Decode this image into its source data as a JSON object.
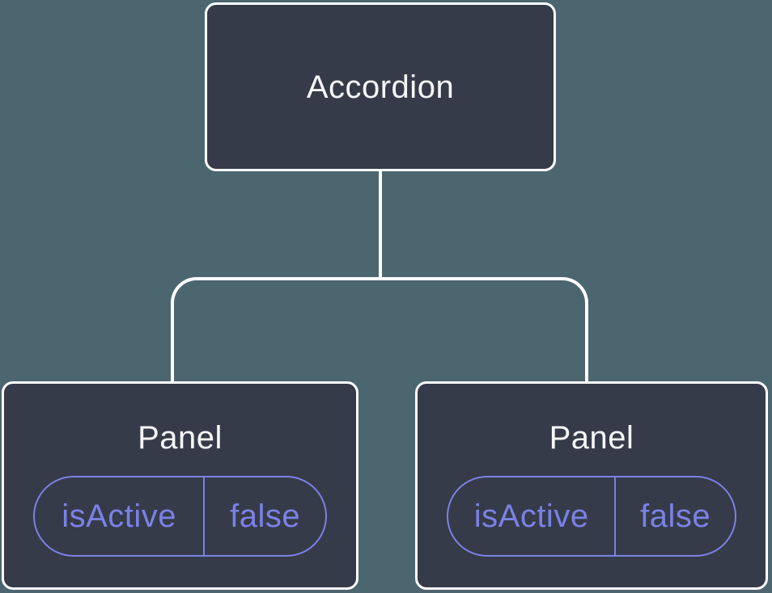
{
  "diagram": {
    "type": "component-tree",
    "colors": {
      "background": "#4C6670",
      "node_fill": "#353B48",
      "node_border": "#FFFFFF",
      "connector": "#FFFFFF",
      "accent_purple": "#7C81E6",
      "label_text": "#F6F7F9"
    },
    "tree": {
      "root": {
        "label": "Accordion"
      },
      "children": [
        {
          "label": "Panel",
          "prop": {
            "name": "isActive",
            "value": "false"
          }
        },
        {
          "label": "Panel",
          "prop": {
            "name": "isActive",
            "value": "false"
          }
        }
      ]
    }
  }
}
